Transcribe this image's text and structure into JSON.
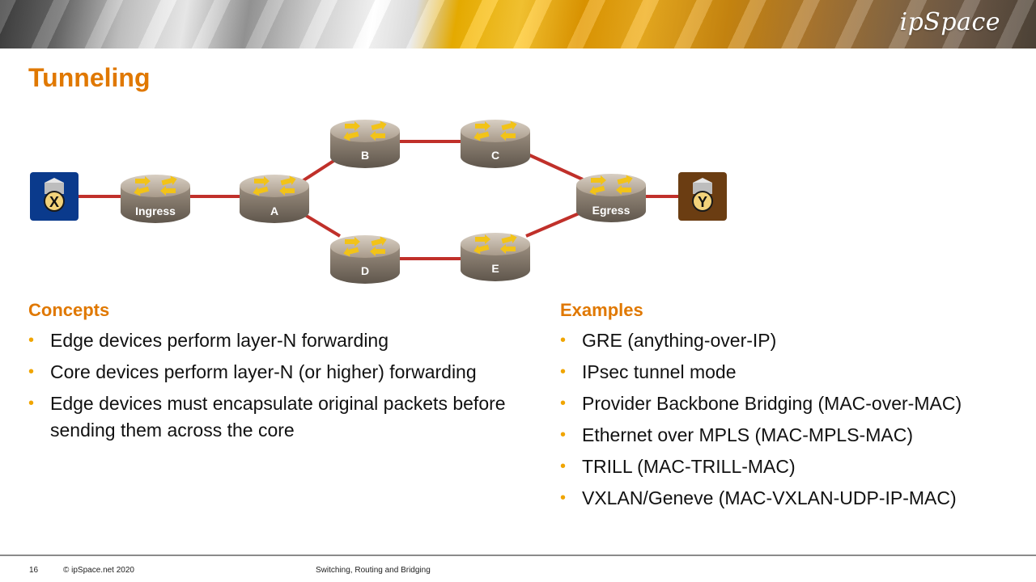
{
  "header": {
    "brand": "ipSpace"
  },
  "slide": {
    "title": "Tunneling"
  },
  "diagram": {
    "hosts": [
      {
        "id": "X",
        "label": "X",
        "color": "#0a3a8c"
      },
      {
        "id": "Y",
        "label": "Y",
        "color": "#6b3d12"
      }
    ],
    "routers": [
      {
        "id": "ingress",
        "label": "Ingress"
      },
      {
        "id": "A",
        "label": "A"
      },
      {
        "id": "B",
        "label": "B"
      },
      {
        "id": "C",
        "label": "C"
      },
      {
        "id": "D",
        "label": "D"
      },
      {
        "id": "E",
        "label": "E"
      },
      {
        "id": "egress",
        "label": "Egress"
      }
    ],
    "link_color": "#c0302a"
  },
  "concepts": {
    "heading": "Concepts",
    "items": [
      "Edge devices perform layer-N forwarding",
      "Core devices perform layer-N (or higher) forwarding",
      "Edge devices must encapsulate original packets before sending them across the core"
    ]
  },
  "examples": {
    "heading": "Examples",
    "items": [
      "GRE (anything-over-IP)",
      "IPsec tunnel mode",
      "Provider Backbone Bridging (MAC-over-MAC)",
      "Ethernet over MPLS (MAC-MPLS-MAC)",
      "TRILL (MAC-TRILL-MAC)",
      "VXLAN/Geneve (MAC-VXLAN-UDP-IP-MAC)"
    ]
  },
  "footer": {
    "page_number": "16",
    "copyright": "© ipSpace.net 2020",
    "course": "Switching, Routing and Bridging"
  },
  "colors": {
    "accent": "#e07800",
    "bullet": "#f0a500"
  }
}
